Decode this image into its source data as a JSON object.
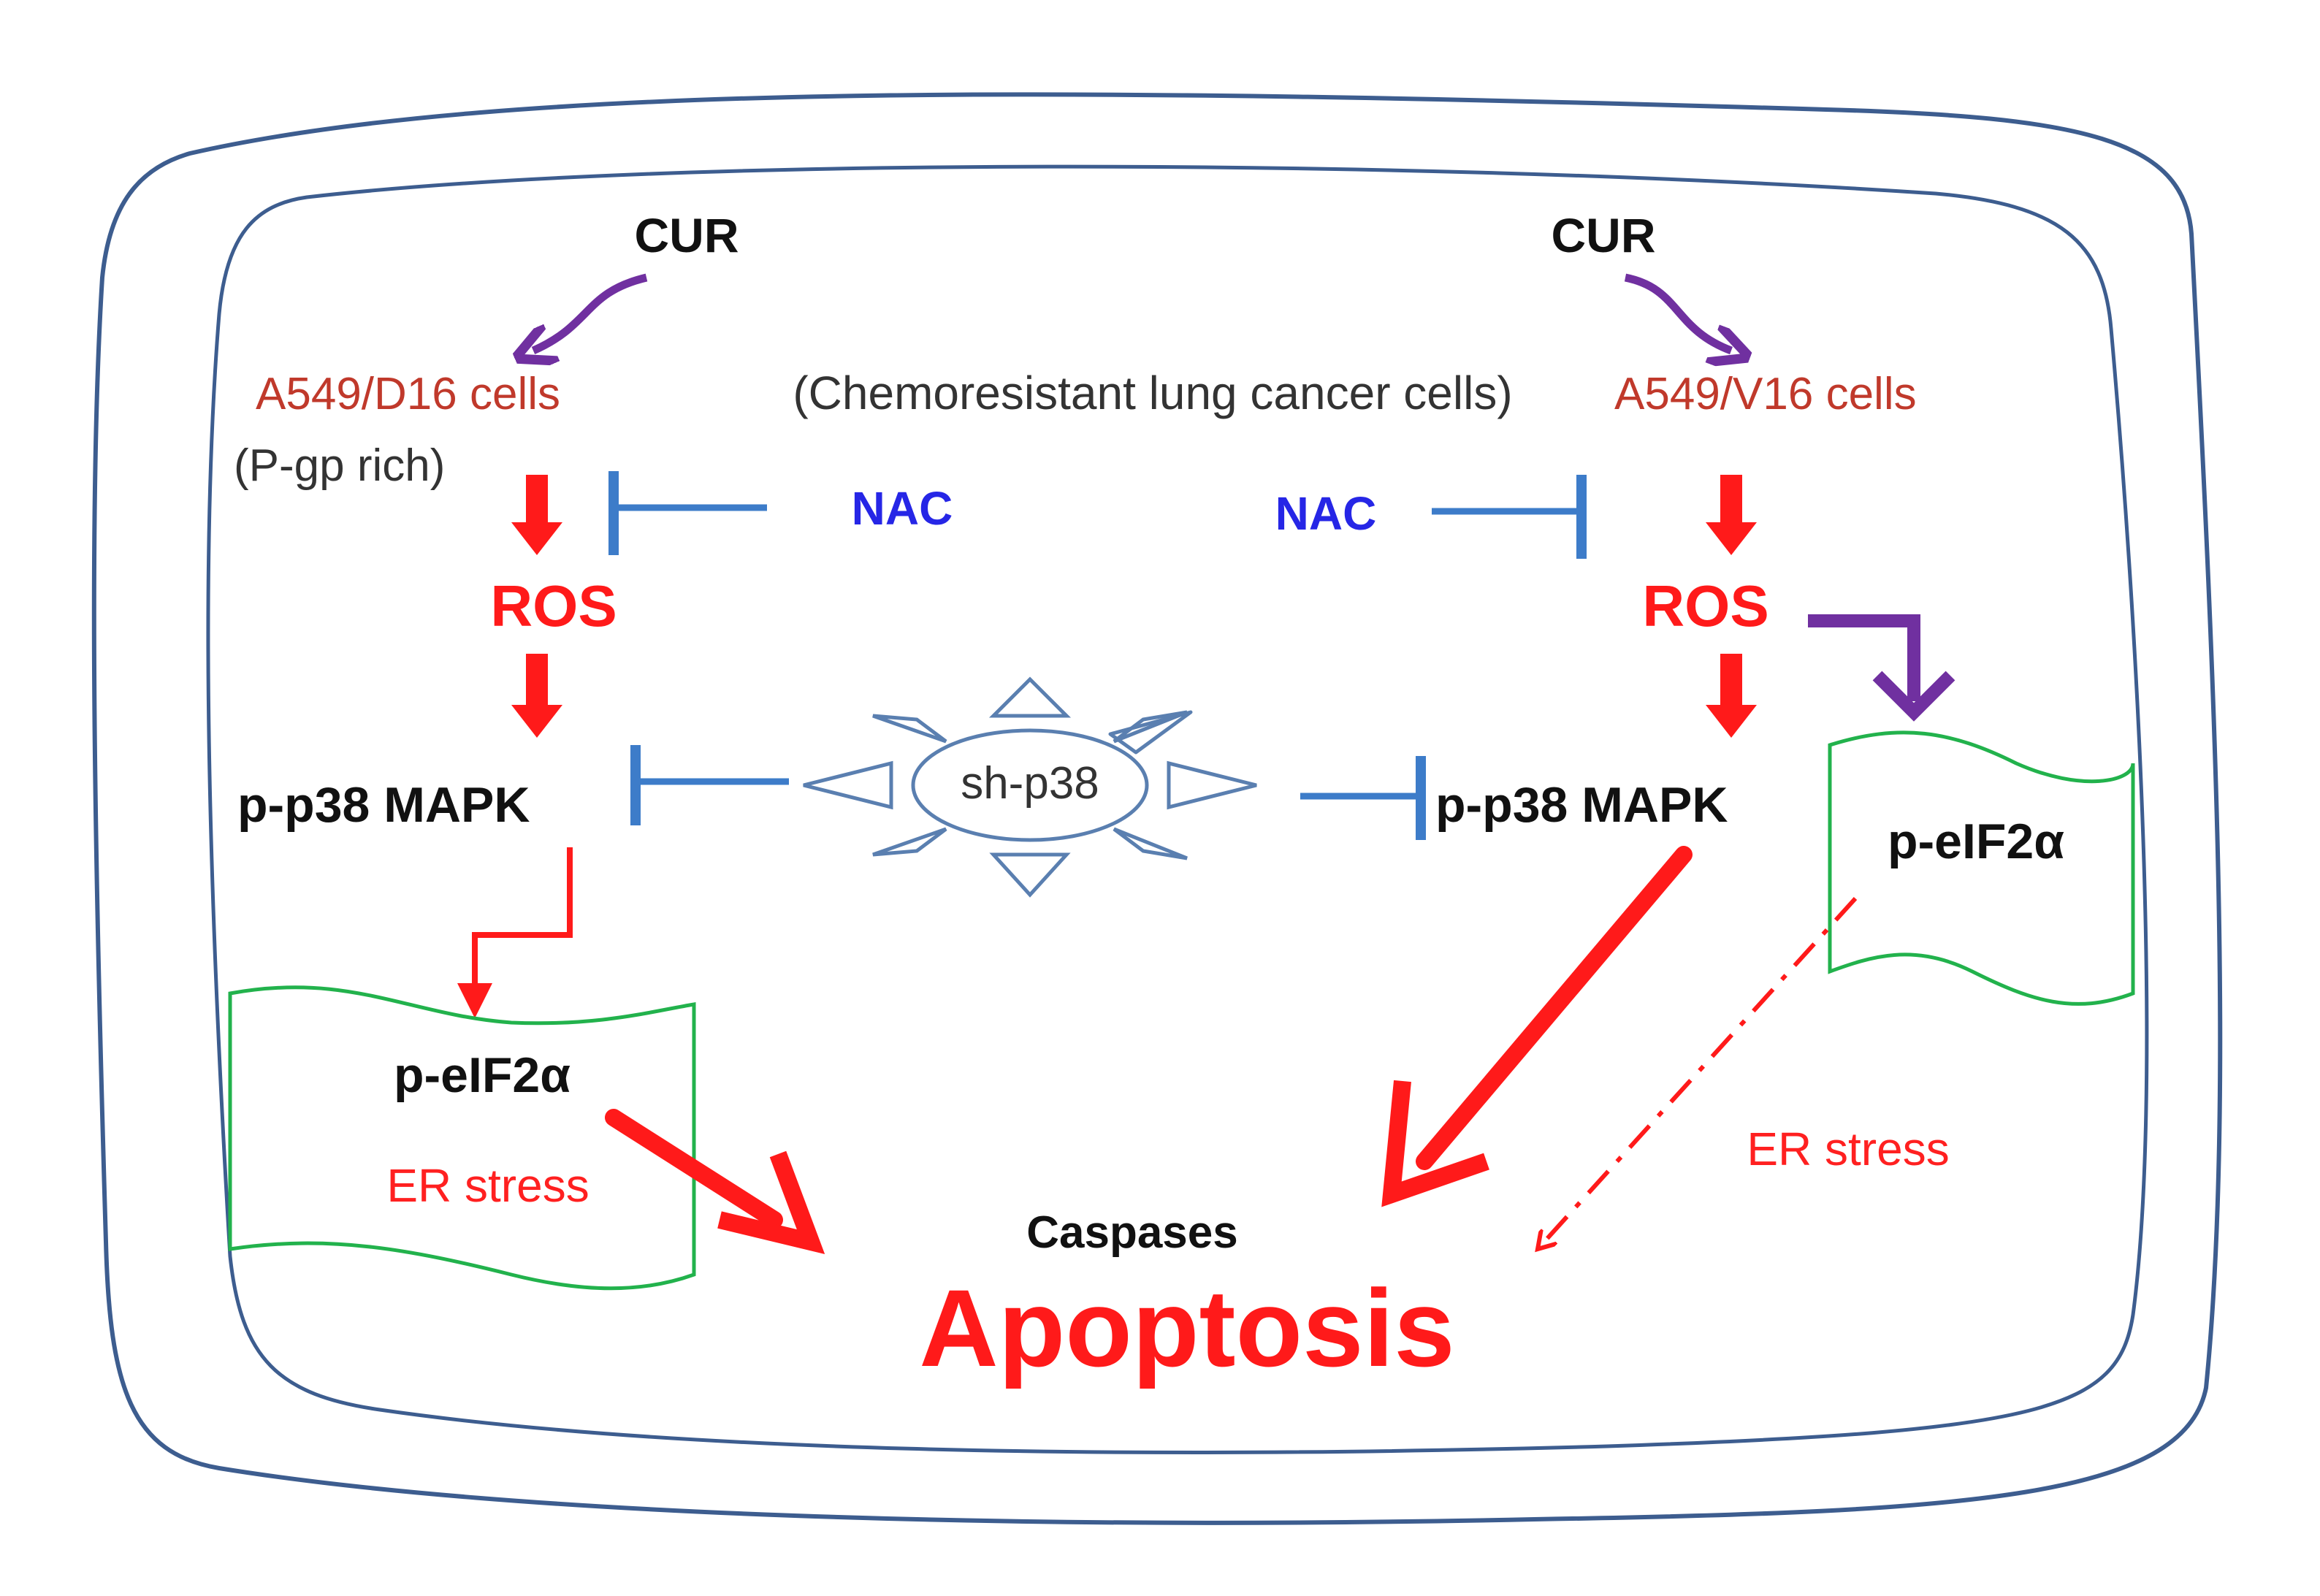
{
  "left": {
    "cur": "CUR",
    "cell_line": "A549/D16 cells",
    "note": "(P-gp rich)",
    "nac": "NAC",
    "ros": "ROS",
    "mapk": "p-p38 MAPK",
    "eif": "p-eIF2α",
    "er_stress": "ER stress"
  },
  "center": {
    "description": "(Chemoresistant lung cancer cells)",
    "sh_p38": "sh-p38",
    "caspases": "Caspases",
    "apoptosis": "Apoptosis"
  },
  "right": {
    "cur": "CUR",
    "cell_line": "A549/V16 cells",
    "nac": "NAC",
    "ros": "ROS",
    "mapk": "p-p38  MAPK",
    "eif": "p-eIF2α",
    "er_stress": "ER stress"
  },
  "colors": {
    "cell_outline": "#3d5d8f",
    "activation_red": "#ff1a1a",
    "inhibition_blue": "#3d7cc9",
    "cur_purple": "#7030a0",
    "er_box_green": "#22b24c",
    "star_outline": "#5a7fb0"
  },
  "icons": {
    "sh_p38_burst": "starburst-icon"
  }
}
